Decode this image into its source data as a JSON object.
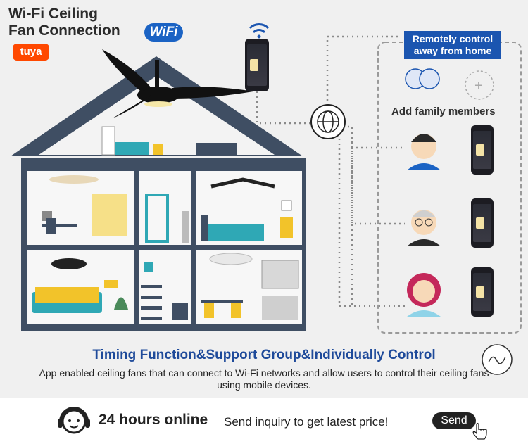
{
  "title_line1": "Wi-Fi Ceiling",
  "title_line2": "Fan Connection",
  "wifi_badge": "WiFi",
  "tuya_logo": "tuya",
  "remote_box": {
    "line1": "Remotely control",
    "line2": "away from home"
  },
  "family_label": "Add family members",
  "heading": "Timing Function&Support Group&Individually Control",
  "description": "App enabled ceiling fans that can connect to Wi-Fi networks and allow users to control their ceiling fans using mobile devices.",
  "footer": {
    "online": "24 hours online",
    "inquiry": "Send inquiry to get latest price!",
    "send_label": "Send"
  },
  "colors": {
    "house": "#3f4e63",
    "accent_blue": "#1b55b0",
    "yellow": "#f2c32a",
    "teal": "#1f9aa6"
  }
}
